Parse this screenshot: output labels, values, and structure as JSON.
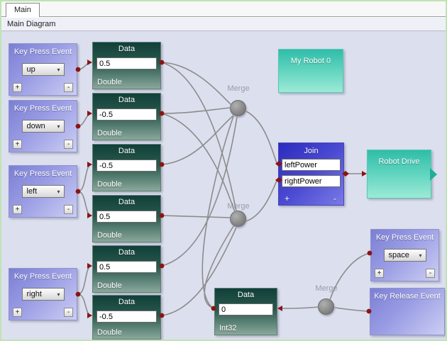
{
  "window": {
    "tab": "Main",
    "title": "Main Diagram"
  },
  "icons": {
    "chevron_down": "▾"
  },
  "kpe": {
    "title": "Key Press Event",
    "plus": "+",
    "minus": "-",
    "keys": {
      "up": "up",
      "down": "down",
      "left": "left",
      "right": "right",
      "space": "space"
    }
  },
  "kre": {
    "title": "Key Release Event"
  },
  "data": {
    "title": "Data",
    "type_double": "Double",
    "type_int32": "Int32",
    "d1": "0.5",
    "d2": "-0.5",
    "d3": "-0.5",
    "d4": "0.5",
    "d5": "0.5",
    "d6": "-0.5",
    "d7": "0"
  },
  "join": {
    "title": "Join",
    "input1": "leftPower",
    "input2": "rightPower",
    "plus": "+",
    "minus": "-"
  },
  "merge": {
    "label": "Merge"
  },
  "activities": {
    "my_robot": "My Robot 0",
    "robot_drive": "Robot Drive"
  },
  "colors": {
    "canvas": "#dcdfee",
    "kpe_purple": "#7b7fd4",
    "data_green": "#11403a",
    "join_blue": "#2c2cbe",
    "teal": "#2fbda9",
    "connector_red": "#8b1414",
    "wire_gray": "#8c8c8c"
  }
}
